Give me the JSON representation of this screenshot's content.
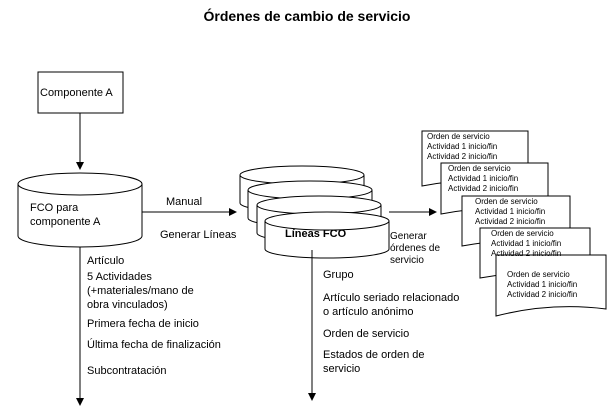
{
  "title": "Órdenes de cambio de servicio",
  "component_box": {
    "label": "Componente A"
  },
  "fco_component": {
    "line1": "FCO para",
    "line2": "componente  A"
  },
  "arrows": {
    "manual": "Manual",
    "generate_lines": "Generar Líneas"
  },
  "fco_lines": {
    "label": "Líneas FCO"
  },
  "generate_orders": {
    "line1": "Generar",
    "line2": "órdenes de",
    "line3": "servicio"
  },
  "service_order_doc": {
    "line1": "Orden de servicio",
    "line2": "Actividad 1 inicio/fin",
    "line3": "Actividad 2 inicio/fin"
  },
  "fco_attributes": {
    "item": "Artículo",
    "activities_l1": "5 Actividades",
    "activities_l2": "(+materiales/mano de",
    "activities_l3": "obra vinculados)",
    "first_start": "Primera fecha de inicio",
    "last_end": "Última fecha de finalización",
    "subcontracting": "Subcontratación"
  },
  "line_attributes": {
    "group": "Grupo",
    "serial_l1": "Artículo seriado relacionado",
    "serial_l2": "o artículo anónimo",
    "service_order": "Orden de servicio",
    "states_l1": "Estados de orden de",
    "states_l2": "servicio"
  }
}
